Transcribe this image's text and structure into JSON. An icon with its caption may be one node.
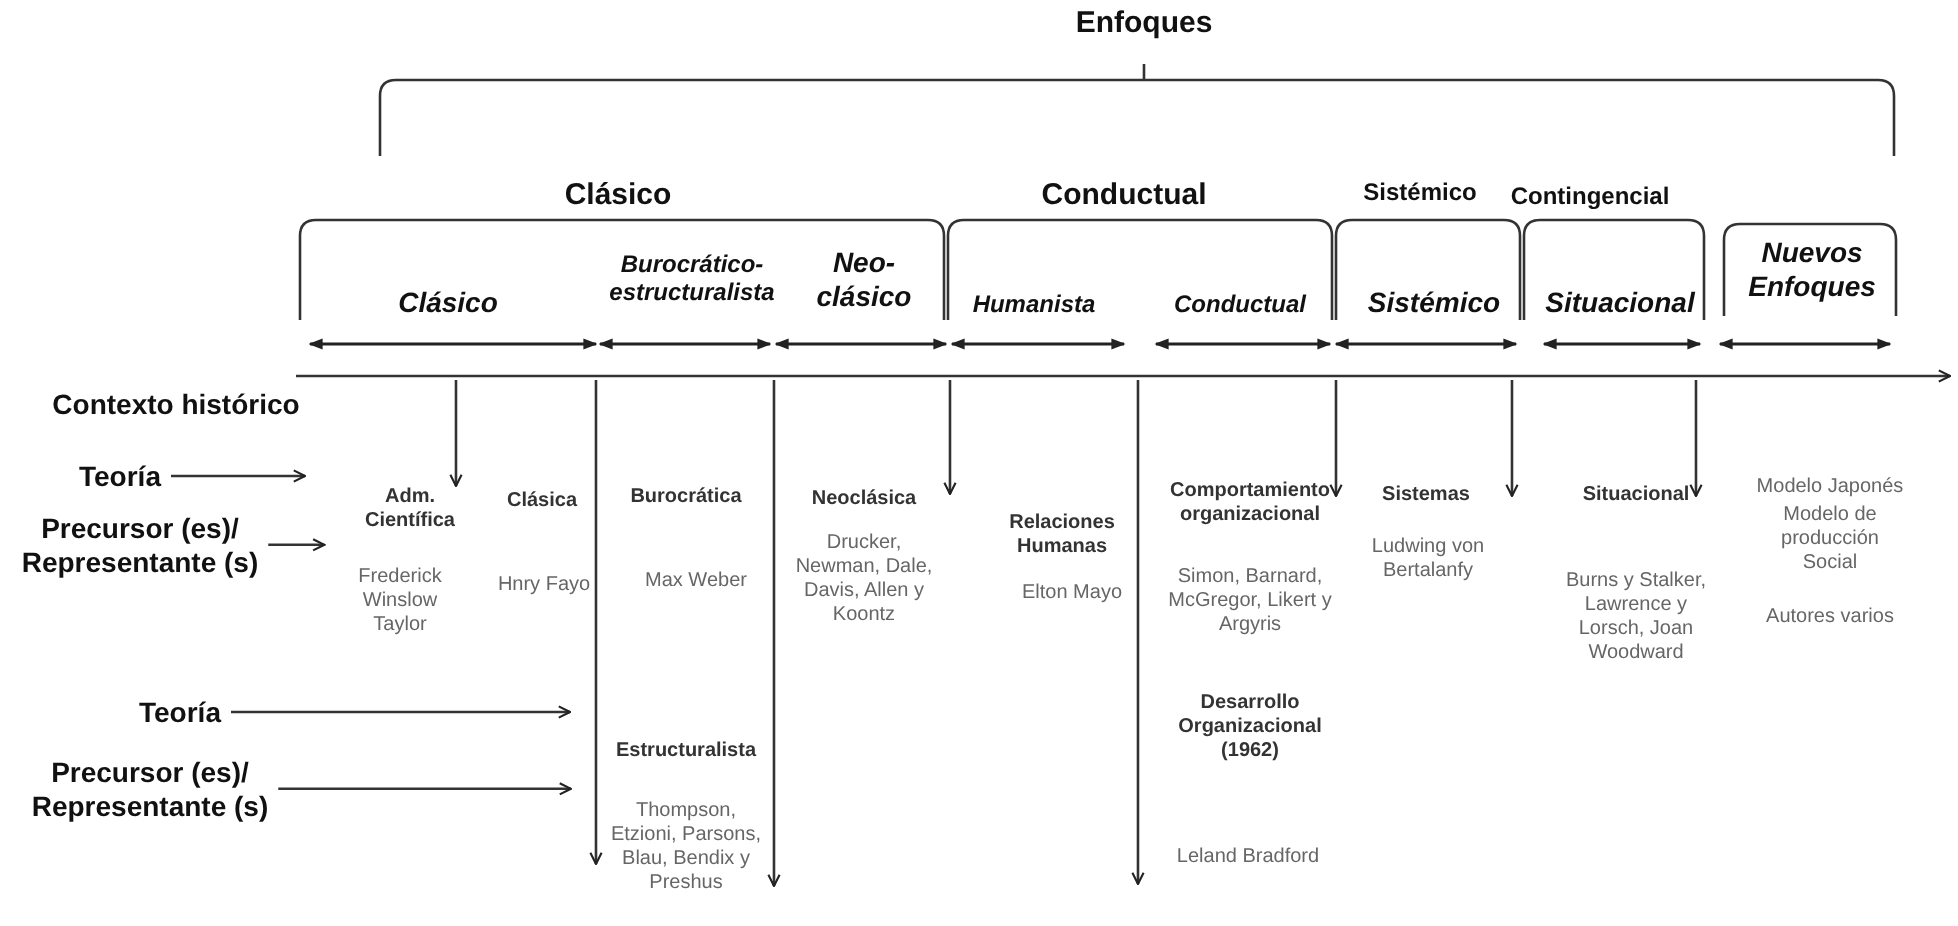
{
  "diagram": {
    "nodes": [
      {
        "text": [
          "Teoría"
        ]
      },
      {
        "text": [
          "Precursor (es)/ Representante (s)"
        ]
      },
      {
        "text": [
          "Adm. Científica"
        ]
      },
      {
        "text": [
          "Frederick Winslow Taylor"
        ]
      },
      {
        "text": [
          "Teoría"
        ]
      },
      {
        "text": [
          "Precursor (es)/ Representante (s)"
        ]
      },
      {
        "text": [
          "Estructuralista"
        ]
      },
      {
        "text": [
          "Thompson, Etzioni, Parsons, Blau, Bendix y Preshus"
        ]
      },
      {
        "text": [
          "Neoclásica"
        ]
      },
      {
        "text": [
          "Leland Bradford"
        ]
      },
      {
        "text": [
          "Comportamiento organizacional"
        ]
      },
      {
        "text": [
          "Sistemas"
        ]
      },
      {
        "text": [
          "Situacional"
        ]
      }
    ],
    "edges": [
      {
        "from": 0,
        "to": 2,
        "arrow": "to"
      },
      {
        "from": 1,
        "to": 3,
        "arrow": "to"
      },
      {
        "from": 4,
        "to": 6,
        "arrow": "to"
      },
      {
        "from": 5,
        "to": 7,
        "arrow": "to"
      },
      {
        "from": null,
        "to": 2,
        "arrow": "to"
      },
      {
        "from": null,
        "to": 7,
        "arrow": "to"
      },
      {
        "from": null,
        "to": 7,
        "arrow": "to"
      },
      {
        "from": null,
        "to": 8,
        "arrow": "to"
      },
      {
        "from": null,
        "to": 9,
        "arrow": "to"
      },
      {
        "from": null,
        "to": 10,
        "arrow": "to"
      },
      {
        "from": null,
        "to": 11,
        "arrow": "to"
      },
      {
        "from": null,
        "to": 12,
        "arrow": "to"
      }
    ],
    "labels": [
      "Enfoques",
      "Clásico",
      "Conductual",
      "Sistémico",
      "Contingencial",
      "Clásico",
      "Burocrático-estructuralista",
      "Neo-clásico",
      "Humanista",
      "Conductual",
      "Sistémico",
      "Situacional",
      "Nuevos Enfoques",
      "Contexto histórico",
      "Clásica",
      "Hnry Fayo",
      "Burocrática",
      "Max Weber",
      "Drucker, Newman, Dale, Davis, Allen y Koontz",
      "Relaciones Humanas",
      "Elton Mayo",
      "Simon, Barnard, McGregor, Likert y Argyris",
      "Desarrollo Organizacional (1962)",
      "Ludwing von Bertalanfy",
      "Burns y Stalker, Lawrence y Lorsch, Joan Woodward",
      "Modelo Japonés",
      "Modelo de producción Social",
      "Autores varios"
    ]
  }
}
